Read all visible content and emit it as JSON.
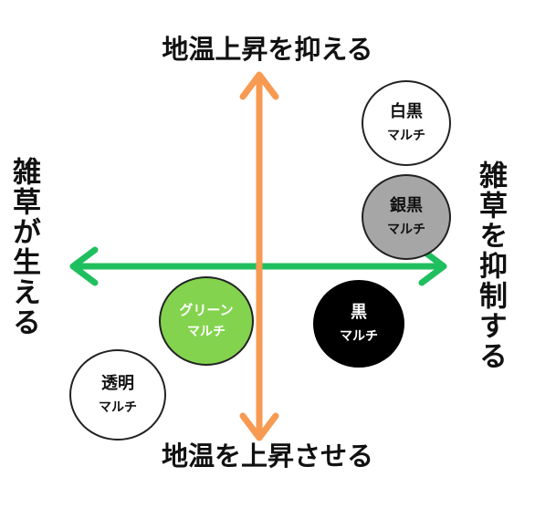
{
  "labels": {
    "top": "地温上昇を抑える",
    "bottom": "地温を上昇させる",
    "left": "雑草が生える",
    "right": "雑草を抑制する"
  },
  "mulches": [
    {
      "id": "white",
      "line1": "白黒",
      "line2": "マルチ"
    },
    {
      "id": "silver",
      "line1": "銀黒",
      "line2": "マルチ"
    },
    {
      "id": "black",
      "line1": "黒",
      "line2": "マルチ"
    },
    {
      "id": "green",
      "line1": "グリーン",
      "line2": "マルチ"
    },
    {
      "id": "clear",
      "line1": "透明",
      "line2": "マルチ"
    }
  ],
  "colors": {
    "vertical_arrow": "#f79a52",
    "horizontal_arrow": "#1fbf5f",
    "green_mulch": "#83d34e",
    "silver_mulch": "#a6a6a6",
    "black_mulch": "#000000"
  }
}
